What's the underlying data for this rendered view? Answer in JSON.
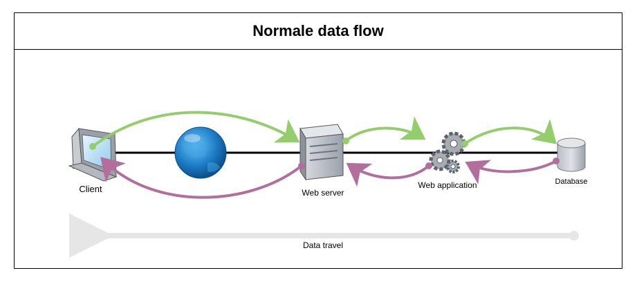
{
  "title": "Normale data flow",
  "nodes": {
    "client": {
      "label": "Client",
      "icon": "monitor-icon"
    },
    "internet": {
      "icon": "globe-icon"
    },
    "web_server": {
      "label": "Web server",
      "icon": "server-icon"
    },
    "web_application": {
      "label": "Web application",
      "icon": "gears-icon"
    },
    "database": {
      "label": "Database",
      "icon": "database-icon"
    }
  },
  "flows": {
    "request_color": "#93cd6c",
    "response_color": "#b26e9c",
    "line_color": "#000000"
  },
  "data_travel": {
    "label": "Data travel",
    "color": "#e6e6e6"
  }
}
